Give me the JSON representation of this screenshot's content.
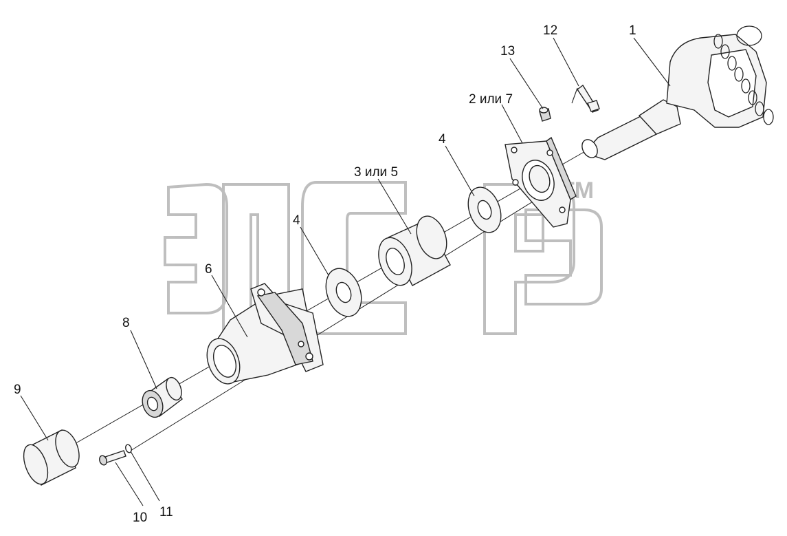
{
  "diagram": {
    "watermark": {
      "text": "ЭПсР",
      "mark": "TM"
    },
    "callouts": [
      {
        "id": "1",
        "text": "1"
      },
      {
        "id": "12",
        "text": "12"
      },
      {
        "id": "13",
        "text": "13"
      },
      {
        "id": "2or7",
        "text": "2 или 7"
      },
      {
        "id": "4a",
        "text": "4"
      },
      {
        "id": "3or5",
        "text": "3 или 5"
      },
      {
        "id": "4b",
        "text": "4"
      },
      {
        "id": "6",
        "text": "6"
      },
      {
        "id": "8",
        "text": "8"
      },
      {
        "id": "9",
        "text": "9"
      },
      {
        "id": "10",
        "text": "10"
      },
      {
        "id": "11",
        "text": "11"
      }
    ],
    "colors": {
      "line": "#222222",
      "watermark": "#9a9a9a",
      "fill": "#f4f4f4"
    }
  }
}
